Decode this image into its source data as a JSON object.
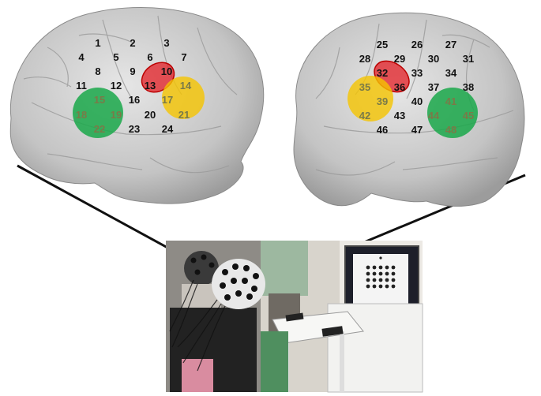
{
  "colors": {
    "red_region": "#e31e24",
    "yellow_region": "#f5c400",
    "green_region": "#1aa84a",
    "brain": "#c9c9c9",
    "line": "#111111"
  },
  "left_hemisphere": {
    "channels": [
      "1",
      "2",
      "3",
      "4",
      "5",
      "6",
      "7",
      "8",
      "9",
      "10",
      "11",
      "12",
      "13",
      "14",
      "15",
      "16",
      "17",
      "18",
      "19",
      "20",
      "21",
      "22",
      "23",
      "24"
    ],
    "red_region": [
      "10",
      "13"
    ],
    "yellow_region": [
      "14",
      "17",
      "21"
    ],
    "green_region": [
      "15",
      "18",
      "19",
      "22"
    ]
  },
  "right_hemisphere": {
    "channels": [
      "25",
      "26",
      "27",
      "28",
      "29",
      "30",
      "31",
      "32",
      "33",
      "34",
      "35",
      "36",
      "37",
      "38",
      "39",
      "40",
      "41",
      "42",
      "43",
      "44",
      "45",
      "46",
      "47",
      "48"
    ],
    "red_region": [
      "32",
      "36"
    ],
    "yellow_region": [
      "35",
      "39",
      "42"
    ],
    "green_region": [
      "41",
      "44",
      "45",
      "48"
    ]
  },
  "photo": {
    "description_icon": "nirs-experiment-photo",
    "monitor_stimulus": "dot-matrix"
  }
}
